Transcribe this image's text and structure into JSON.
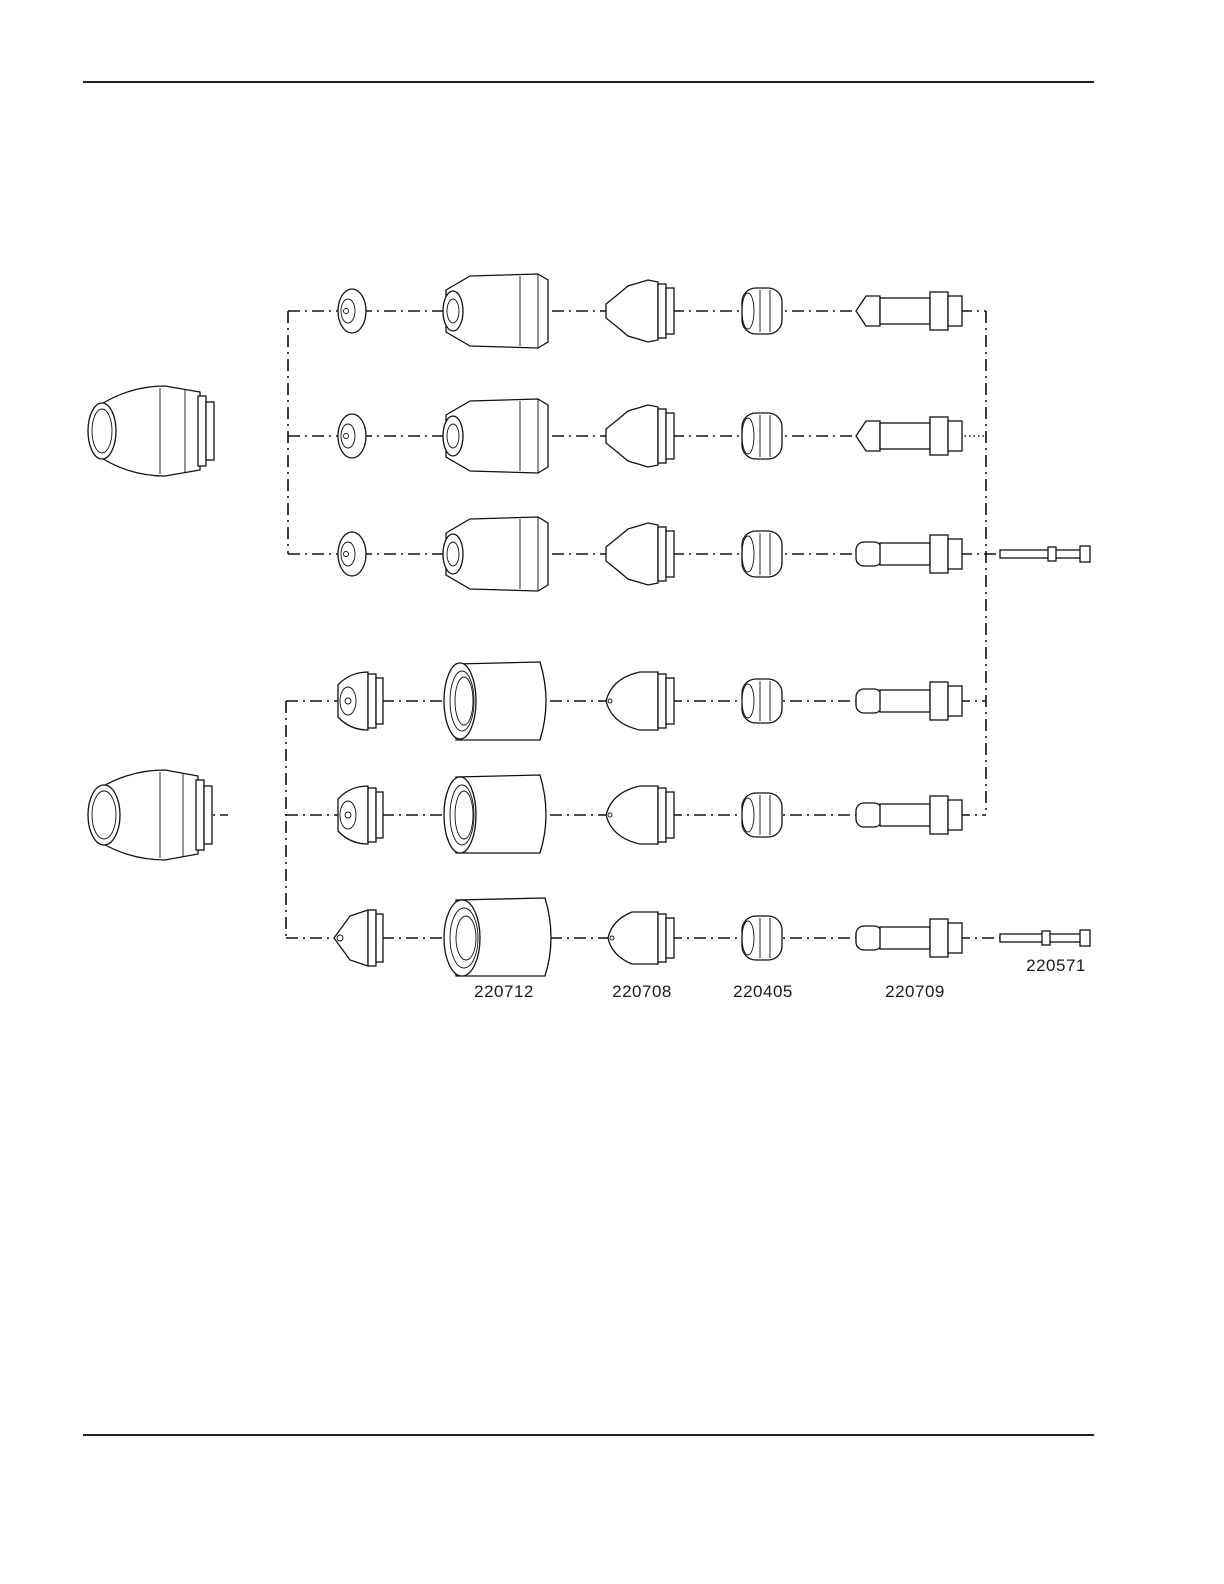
{
  "part_numbers": {
    "shield": "220712",
    "nozzle": "220708",
    "swirl_ring": "220405",
    "electrode": "220709",
    "water_tube": "220571"
  },
  "colors": {
    "line": "#111111",
    "background": "#ffffff"
  }
}
